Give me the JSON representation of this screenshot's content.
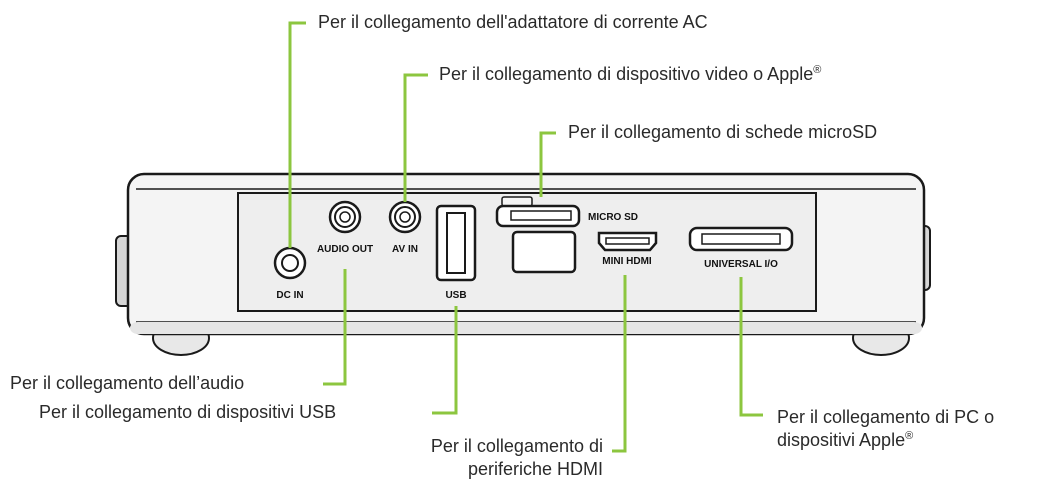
{
  "callouts": {
    "ac_adapter": "Per il collegamento dell'adattatore di corrente AC",
    "video_apple": "Per il collegamento di dispositivo video o Apple",
    "video_apple_mark": "®",
    "microsd": "Per il collegamento di schede microSD",
    "audio": "Per il collegamento dell’audio",
    "usb": "Per il collegamento di dispositivi USB",
    "hdmi_line1": "Per il collegamento di",
    "hdmi_line2": "periferiche HDMI",
    "pc_line1": "Per il collegamento di PC o",
    "pc_line2": "dispositivi Apple",
    "pc_mark": "®"
  },
  "port_labels": {
    "dc_in": "DC IN",
    "audio_out": "AUDIO OUT",
    "av_in": "AV IN",
    "usb": "USB",
    "micro_sd": "MICRO SD",
    "mini_hdmi": "MINI HDMI",
    "universal_io": "UNIVERSAL I/O"
  },
  "colors": {
    "leader_line": "#8cc63f",
    "device_body": "#f2f2f2",
    "outline": "#1a1a1a",
    "text": "#2a2a2a"
  }
}
